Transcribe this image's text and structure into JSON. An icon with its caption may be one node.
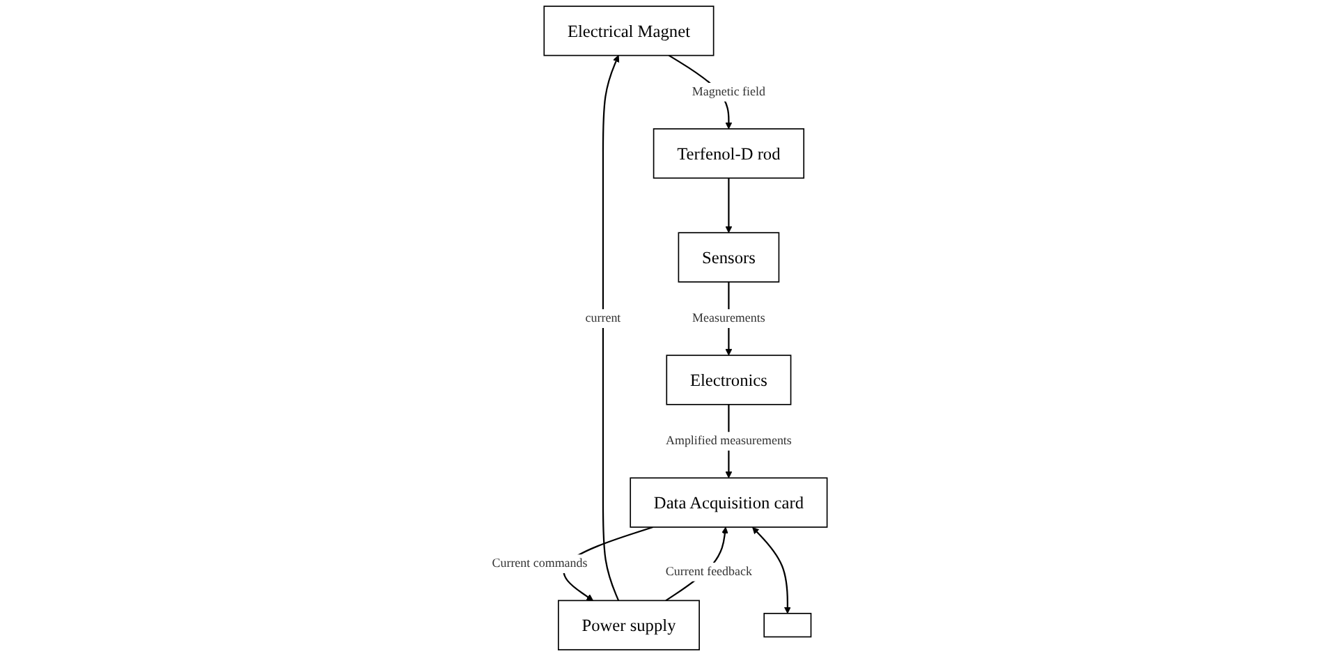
{
  "diagram": {
    "nodes": [
      {
        "text": [
          "Electrical Magnet"
        ]
      },
      {
        "text": [
          "Power supply"
        ]
      },
      {
        "text": [
          "Terfenol-D rod"
        ]
      },
      {
        "text": [
          "Data Acquisition card"
        ]
      },
      {
        "text": [],
        "shape": "box"
      },
      {
        "text": [
          "Sensors"
        ]
      },
      {
        "text": [
          "Electronics"
        ]
      }
    ],
    "edges": [
      {
        "from": 1,
        "to": 0,
        "arrow": "to",
        "label": "current"
      },
      {
        "from": 0,
        "to": 2,
        "arrow": "to",
        "label": "Magnetic field"
      },
      {
        "from": 3,
        "to": 1,
        "arrow": "to",
        "label": "Current commands"
      },
      {
        "from": 1,
        "to": 3,
        "arrow": "to",
        "label": "Current feedback"
      },
      {
        "from": 3,
        "to": 4,
        "arrow": "both"
      },
      {
        "from": 2,
        "to": 5,
        "arrow": "to"
      },
      {
        "from": 5,
        "to": 6,
        "arrow": "to",
        "label": "Measurements"
      },
      {
        "from": 6,
        "to": 3,
        "arrow": "to",
        "label": "Amplified measurements"
      }
    ]
  }
}
